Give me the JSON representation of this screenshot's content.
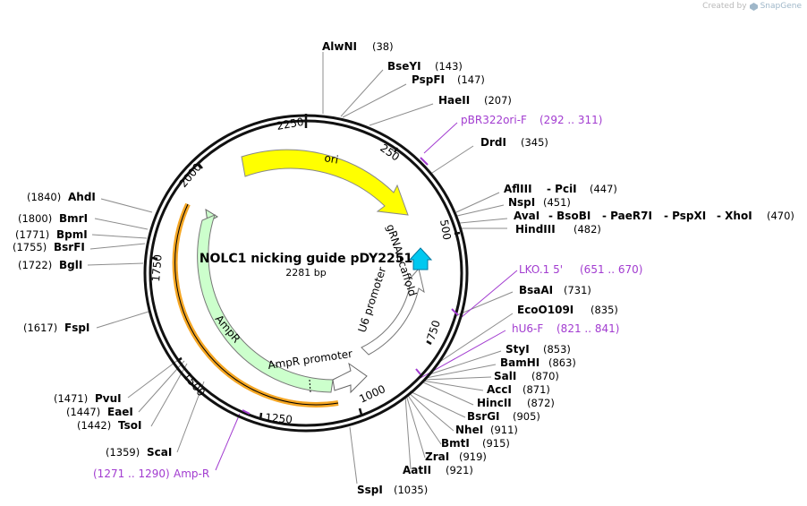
{
  "watermark": {
    "created_by": "Created by",
    "brand": "SnapGene"
  },
  "plasmid": {
    "name": "NOLC1 nicking guide pDY2251",
    "length_label": "2281 bp",
    "length": 2281
  },
  "ruler": [
    "250",
    "500",
    "750",
    "1000",
    "1250",
    "1500",
    "1750",
    "2000",
    "2250"
  ],
  "features": [
    {
      "label": "ori",
      "color": "#ffff00"
    },
    {
      "label": "AmpR",
      "color": "#ccffcc"
    },
    {
      "label": "AmpR promoter",
      "color": "#ffffff"
    },
    {
      "label": "U6 promoter",
      "color": "#ffffff"
    },
    {
      "label": "gRNA scaffold",
      "color": "#00c8f0"
    }
  ],
  "sites_right": [
    {
      "name": "AlwNI",
      "pos": "(38)"
    },
    {
      "name": "BseYI",
      "pos": "(143)"
    },
    {
      "name": "PspFI",
      "pos": "(147)"
    },
    {
      "name": "HaeII",
      "pos": "(207)"
    },
    {
      "name": "DrdI",
      "pos": "(345)"
    },
    {
      "name": "AflIII",
      "name2": "- PciI",
      "pos": "(447)"
    },
    {
      "name": "NspI",
      "pos": "(451)"
    },
    {
      "name": "AvaI",
      "name2": "- BsoBI",
      "name3": "- PaeR7I",
      "name4": "- PspXI",
      "name5": "- XhoI",
      "pos": "(470)"
    },
    {
      "name": "HindIII",
      "pos": "(482)"
    },
    {
      "name": "BsaAI",
      "pos": "(731)"
    },
    {
      "name": "EcoO109I",
      "pos": "(835)"
    },
    {
      "name": "StyI",
      "pos": "(853)"
    },
    {
      "name": "BamHI",
      "pos": "(863)"
    },
    {
      "name": "SalI",
      "pos": "(870)"
    },
    {
      "name": "AccI",
      "pos": "(871)"
    },
    {
      "name": "HincII",
      "pos": "(872)"
    },
    {
      "name": "BsrGI",
      "pos": "(905)"
    },
    {
      "name": "NheI",
      "pos": "(911)"
    },
    {
      "name": "BmtI",
      "pos": "(915)"
    },
    {
      "name": "ZraI",
      "pos": "(919)"
    },
    {
      "name": "AatII",
      "pos": "(921)"
    },
    {
      "name": "SspI",
      "pos": "(1035)"
    }
  ],
  "sites_left": [
    {
      "name": "AhdI",
      "pos": "(1840)"
    },
    {
      "name": "BmrI",
      "pos": "(1800)"
    },
    {
      "name": "BpmI",
      "pos": "(1771)"
    },
    {
      "name": "BsrFI",
      "pos": "(1755)"
    },
    {
      "name": "BglI",
      "pos": "(1722)"
    },
    {
      "name": "FspI",
      "pos": "(1617)"
    },
    {
      "name": "PvuI",
      "pos": "(1471)"
    },
    {
      "name": "EaeI",
      "pos": "(1447)"
    },
    {
      "name": "TsoI",
      "pos": "(1442)"
    },
    {
      "name": "ScaI",
      "pos": "(1359)"
    }
  ],
  "primers": [
    {
      "name": "pBR322ori-F",
      "range": "(292 .. 311)"
    },
    {
      "name": "LKO.1 5'",
      "range": "(651 .. 670)"
    },
    {
      "name": "hU6-F",
      "range": "(821 .. 841)"
    },
    {
      "name": "Amp-R",
      "range": "(1271 .. 1290)"
    }
  ],
  "colors": {
    "primer": "#a23cd0",
    "backbone": "#111111",
    "ori": "#ffff00",
    "ampr": "#ccffcc",
    "scaffold": "#00c8f0",
    "orange": "#f5a623"
  }
}
